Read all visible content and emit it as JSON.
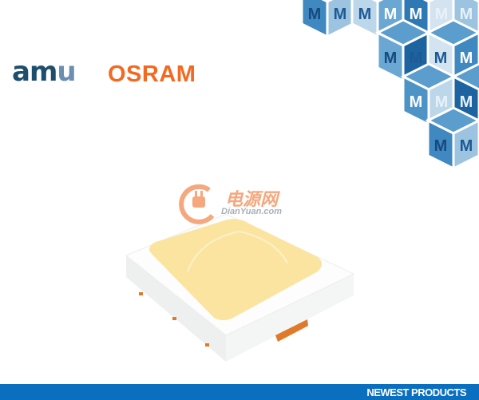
{
  "brands": {
    "ams": "am",
    "ams_suffix": "u",
    "osram": "OSRAM"
  },
  "watermark": {
    "chinese": "电源网",
    "site": "DianYuan.com"
  },
  "banner": {
    "label": "NEWEST PRODUCTS"
  },
  "cube_letter": "M",
  "colors": {
    "bar": "#0b6fc0",
    "osram": "#f26a21",
    "ams": "#1d4e6b",
    "led_window": "#fbe7a4"
  }
}
